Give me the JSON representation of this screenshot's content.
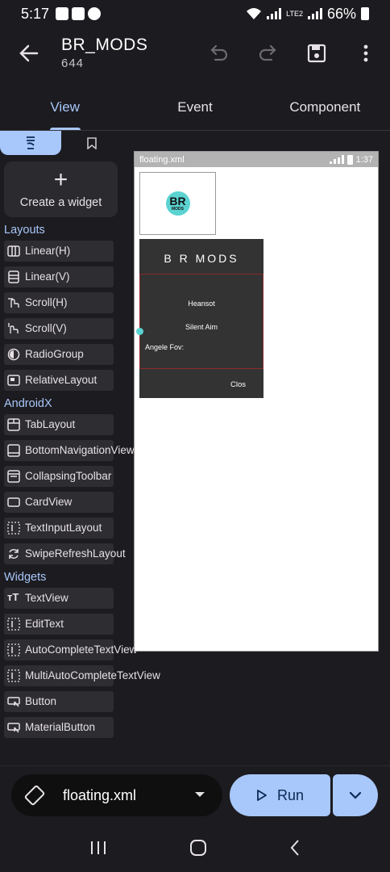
{
  "status_bar": {
    "time": "5:17",
    "network": "LTE2",
    "battery": "66%"
  },
  "app_bar": {
    "title": "BR_MODS",
    "subtitle": "644"
  },
  "tabs": [
    "View",
    "Event",
    "Component"
  ],
  "palette": {
    "create_label": "Create a widget",
    "sections": {
      "layouts": "Layouts",
      "androidx": "AndroidX",
      "widgets": "Widgets"
    },
    "layouts": [
      "Linear(H)",
      "Linear(V)",
      "Scroll(H)",
      "Scroll(V)",
      "RadioGroup",
      "RelativeLayout"
    ],
    "androidx": [
      "TabLayout",
      "BottomNavigationView",
      "CollapsingToolbar",
      "CardView",
      "TextInputLayout",
      "SwipeRefreshLayout"
    ],
    "widgets": [
      "TextView",
      "EditText",
      "AutoCompleteTextView",
      "MultiAutoCompleteTextView",
      "Button",
      "MaterialButton"
    ]
  },
  "preview": {
    "file_label": "floating.xml",
    "clock": "1:37",
    "logo_text": "BR",
    "logo_sub": "MODS",
    "panel_title": "B R MODS",
    "line1": "Heansot",
    "line2": "Silent Aim",
    "line3": "Angele Fov:",
    "close": "Clos"
  },
  "bottom": {
    "file_name": "floating.xml",
    "run_label": "Run"
  },
  "colors": {
    "accent": "#a8c7fa",
    "background": "#1c1b1f",
    "panel": "#333333",
    "teal": "#5ad3d1"
  }
}
